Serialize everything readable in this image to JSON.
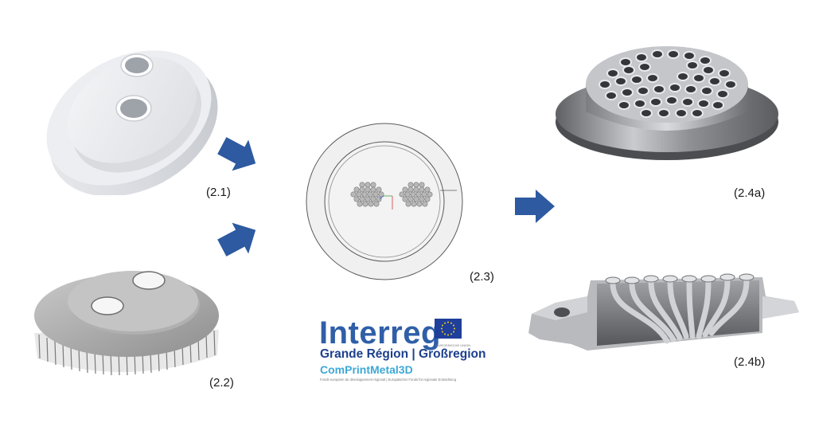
{
  "labels": {
    "step_2_1": "(2.1)",
    "step_2_2": "(2.2)",
    "step_2_3": "(2.3)",
    "step_2_4a": "(2.4a)",
    "step_2_4b": "(2.4b)"
  },
  "logo": {
    "title": "Interreg",
    "region": "Grande Région | Großregion",
    "project": "ComPrintMetal3D",
    "fund_text": "Fonds européen de développement régional | Europäischer Fonds für regionale Entwicklung",
    "eu_caption": "EUROPÄISCHE UNION",
    "colors": {
      "title": "#2f5fa8",
      "project": "#3ea8d8",
      "eu_flag": "#1f3f9a",
      "eu_stars": "#f5d21e"
    }
  },
  "arrows": {
    "color": "#2d5aa0"
  }
}
